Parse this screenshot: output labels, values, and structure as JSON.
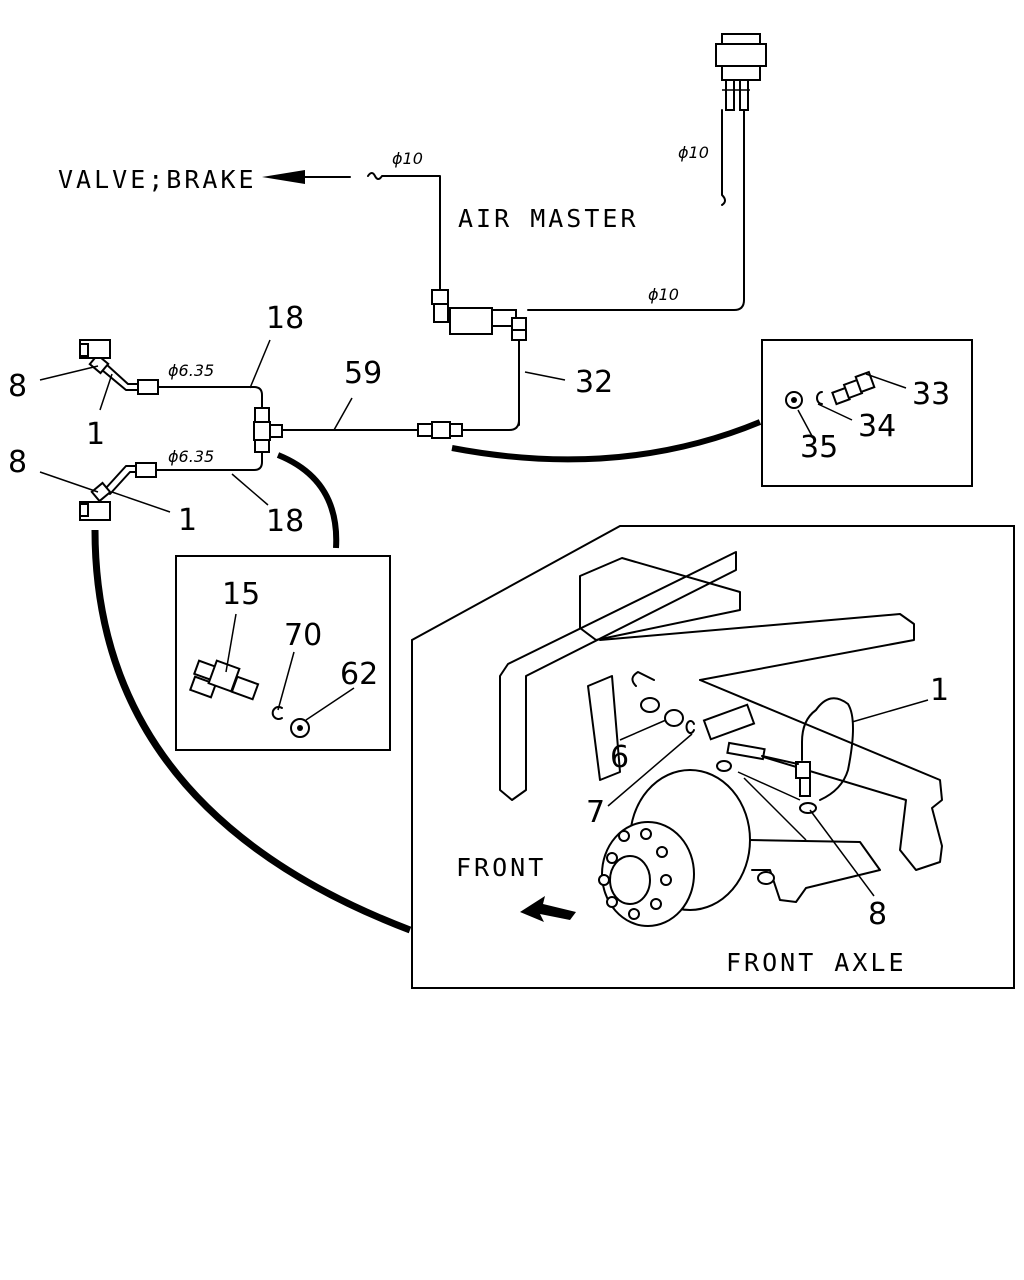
{
  "labels": {
    "valve_brake": "VALVE;BRAKE",
    "air_master": "AIR MASTER",
    "front": "FRONT",
    "front_axle": "FRONT AXLE"
  },
  "diameters": {
    "d_valve": "ϕ10",
    "d_connector": "ϕ10",
    "d_air_master": "ϕ10",
    "d_upper_pipe": "ϕ6.35",
    "d_lower_pipe": "ϕ6.35"
  },
  "callouts": {
    "c8_upper": "8",
    "c1_upper": "1",
    "c18_upper": "18",
    "c59": "59",
    "c32": "32",
    "c8_lower": "8",
    "c1_lower": "1",
    "c18_lower": "18",
    "c33": "33",
    "c34": "34",
    "c35": "35",
    "c15": "15",
    "c70": "70",
    "c62": "62",
    "c1_axle": "1",
    "c6": "6",
    "c7": "7",
    "c8_axle": "8"
  },
  "icons": {
    "arrow": "left-arrow-icon",
    "front_arrow": "front-arrow-icon"
  }
}
